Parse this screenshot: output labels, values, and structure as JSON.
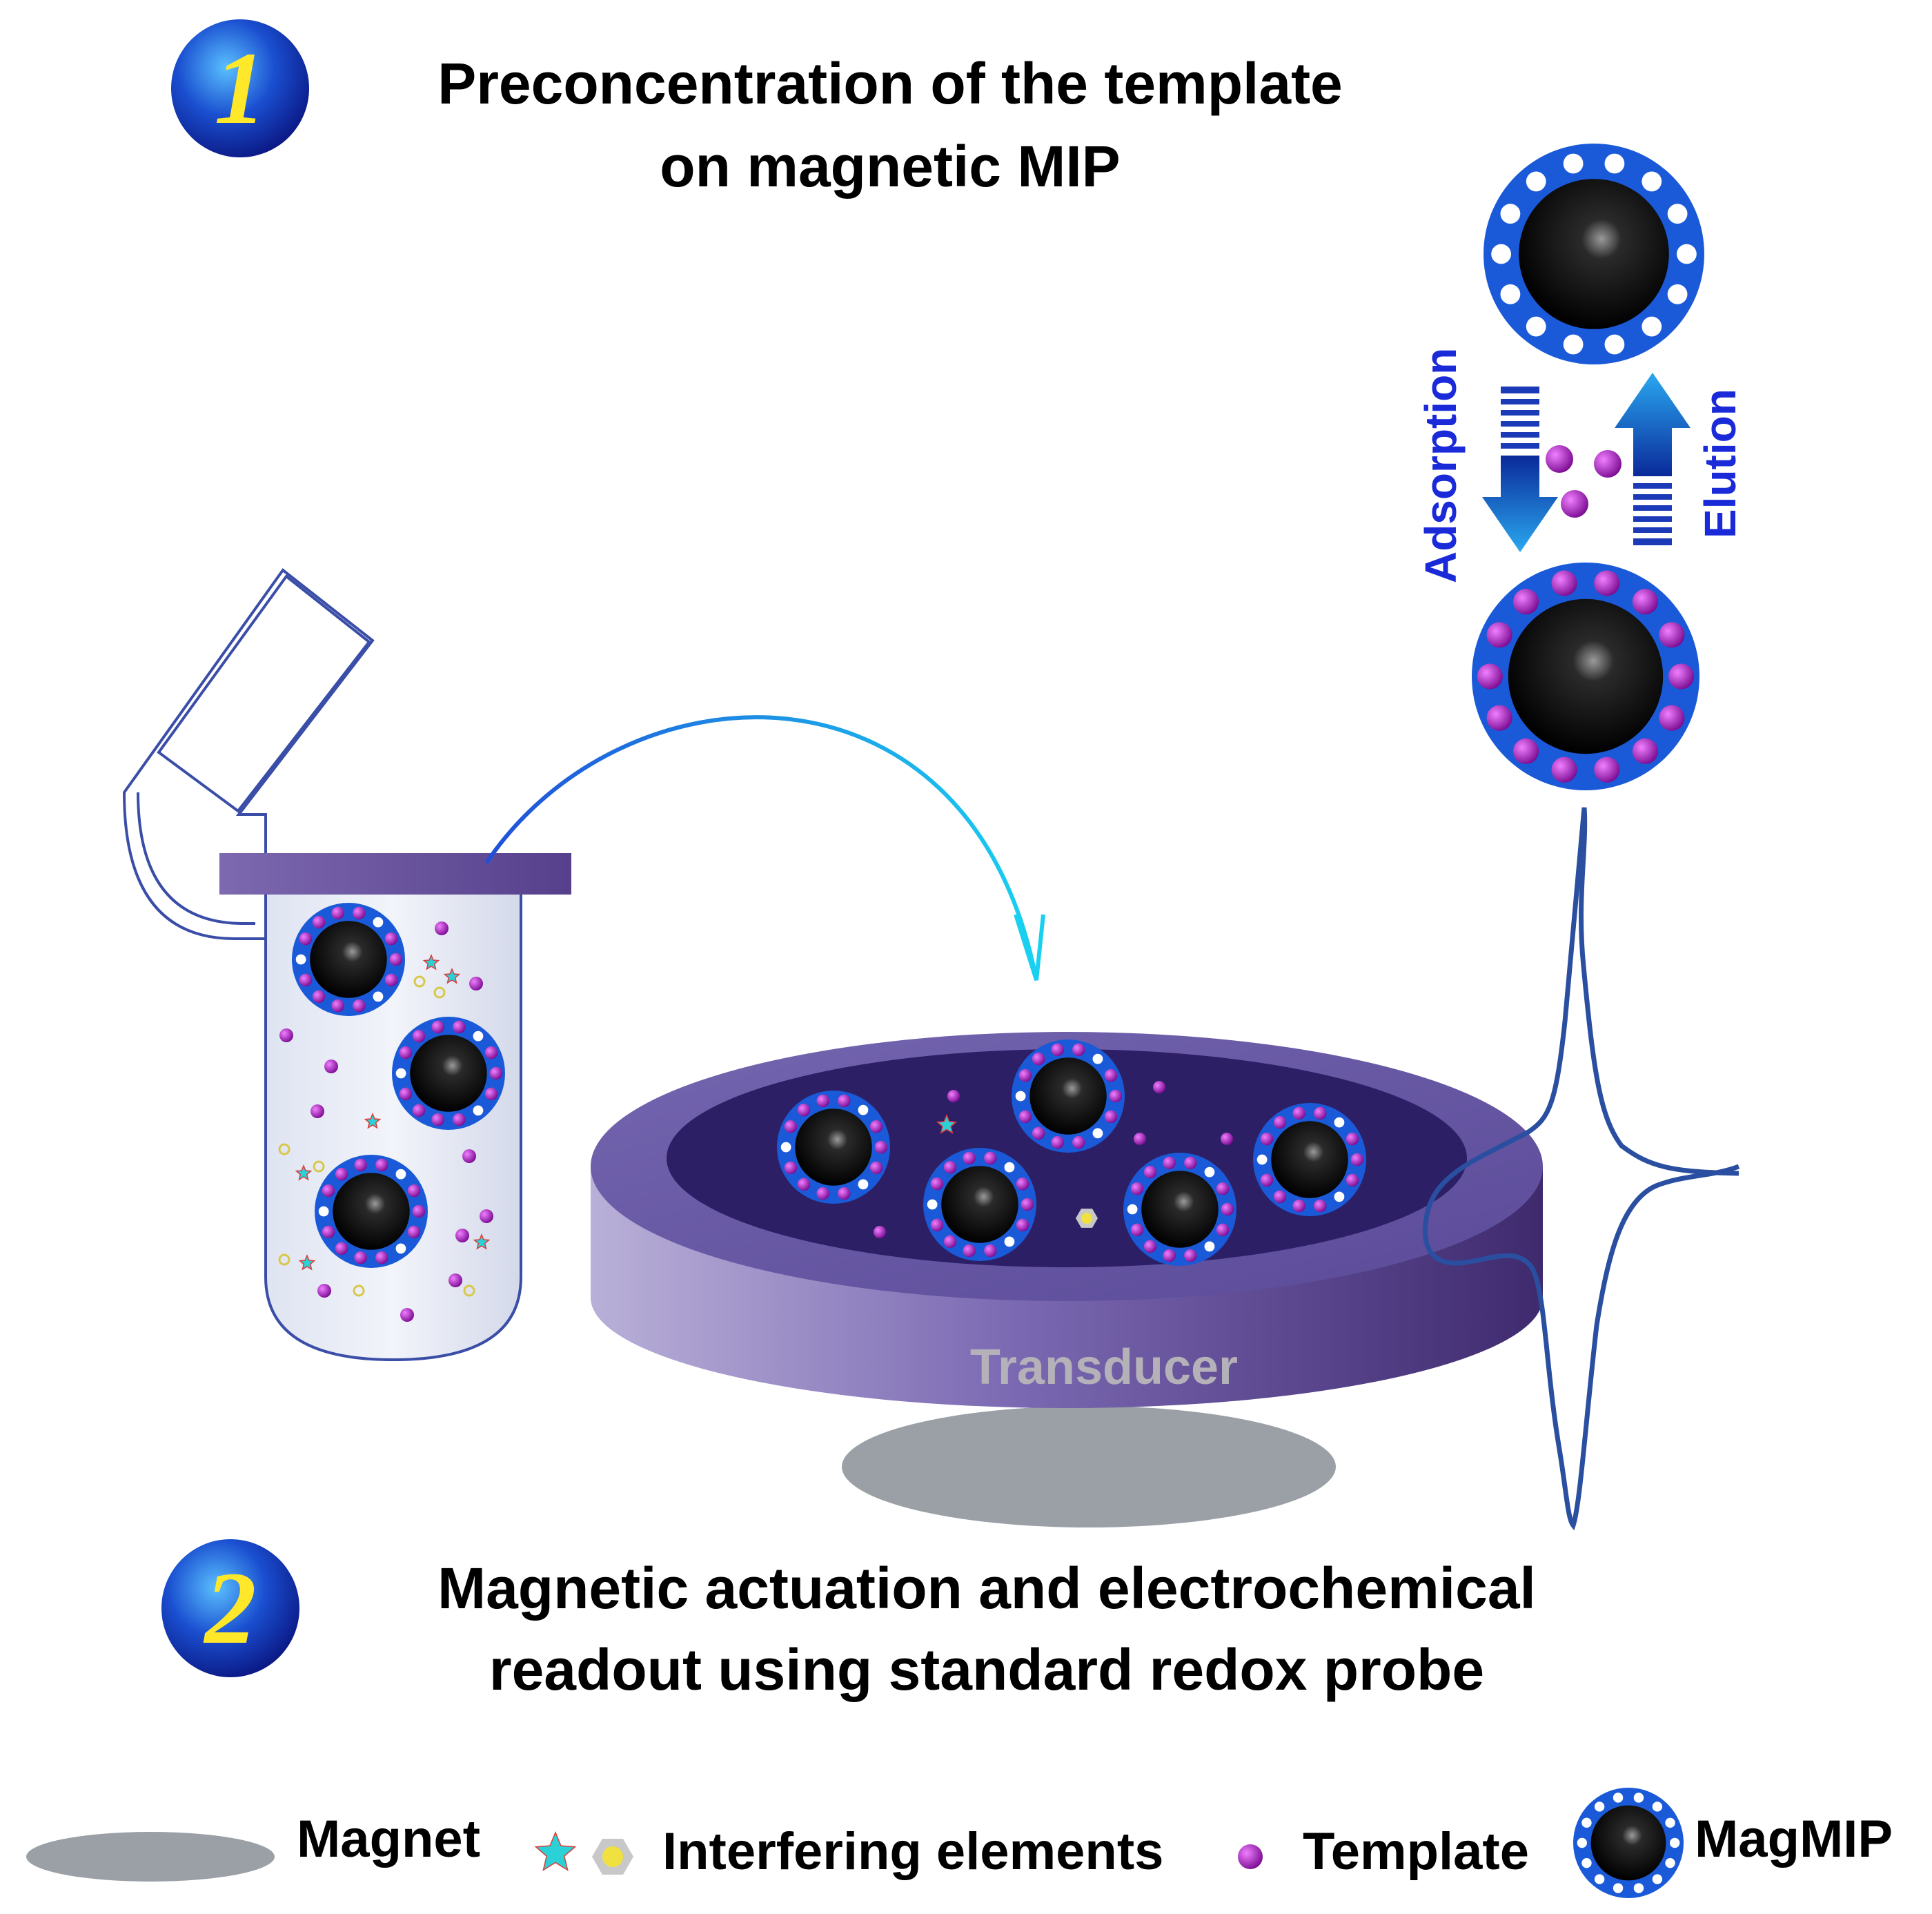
{
  "step1": {
    "number": "1",
    "title_line1": "Preconcentration of the template",
    "title_line2": "on magnetic MIP"
  },
  "step2": {
    "number": "2",
    "title_line1": "Magnetic actuation and electrochemical",
    "title_line2": "readout using standard redox probe"
  },
  "labels": {
    "adsorption": "Adsorption",
    "elution": "Elution",
    "transducer": "Transducer"
  },
  "legend": {
    "magnet": "Magnet",
    "interfering": "Interfering elements",
    "template": "Template",
    "magmip": "MagMIP"
  },
  "colors": {
    "mip_shell": "#1a5ad8",
    "core": "#000000",
    "template": "#a01aa8",
    "interferent_star": "#2ad2d8",
    "interferent_hex": "#f0e040",
    "transducer": "#5a3f8c",
    "magnet": "#9aa0a6",
    "arrow": "#2060e0",
    "curve": "#2a4fa0"
  }
}
